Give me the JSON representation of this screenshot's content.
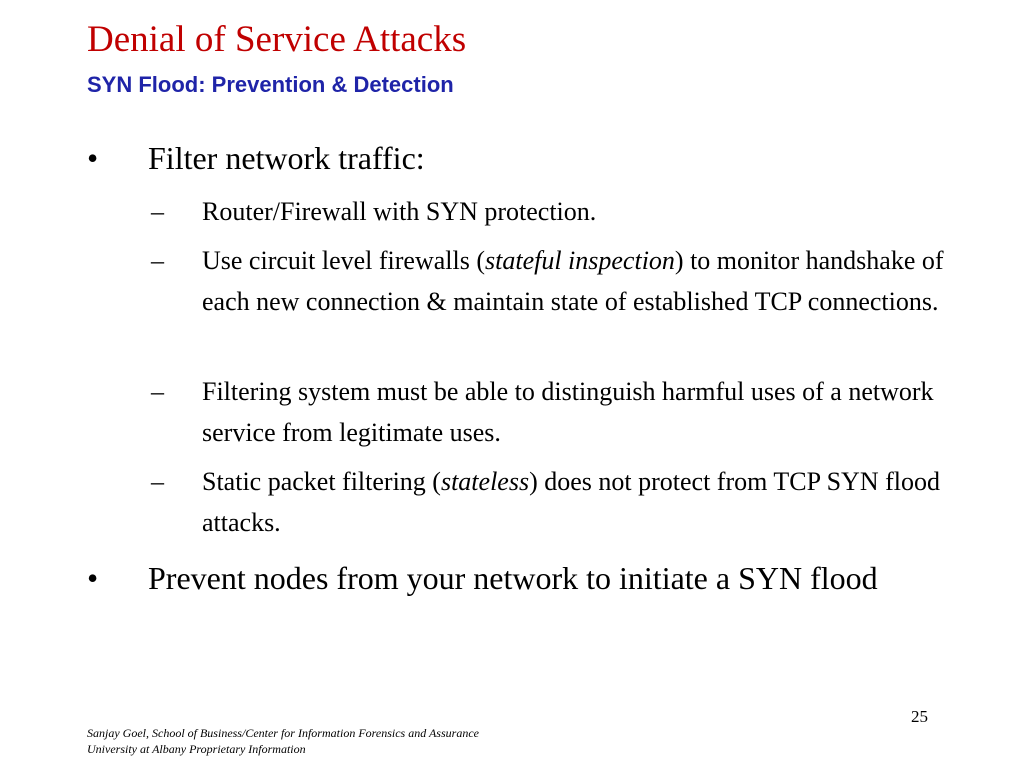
{
  "slide": {
    "title": "Denial of Service Attacks",
    "subtitle": "SYN Flood: Prevention & Detection",
    "bullet_mark": "•",
    "dash_mark": "–",
    "bullets": {
      "b1": "Filter network traffic:",
      "b1_sub1": "Router/Firewall with SYN protection.",
      "b1_sub2_pre": "Use circuit level firewalls (",
      "b1_sub2_em": "stateful inspection",
      "b1_sub2_post": ") to monitor handshake of each new connection & maintain state of established TCP connections.",
      "b1_sub3": "Filtering system must be able to distinguish harmful uses of a network service from legitimate uses.",
      "b1_sub4_pre": "Static packet filtering (",
      "b1_sub4_em": "stateless",
      "b1_sub4_post": ") does not protect from TCP SYN flood attacks.",
      "b2": "Prevent nodes from your network to initiate a SYN flood"
    },
    "page_number": "25",
    "footer_line1": "Sanjay Goel, School of Business/Center for Information Forensics and Assurance",
    "footer_line2": "University at Albany Proprietary Information"
  }
}
